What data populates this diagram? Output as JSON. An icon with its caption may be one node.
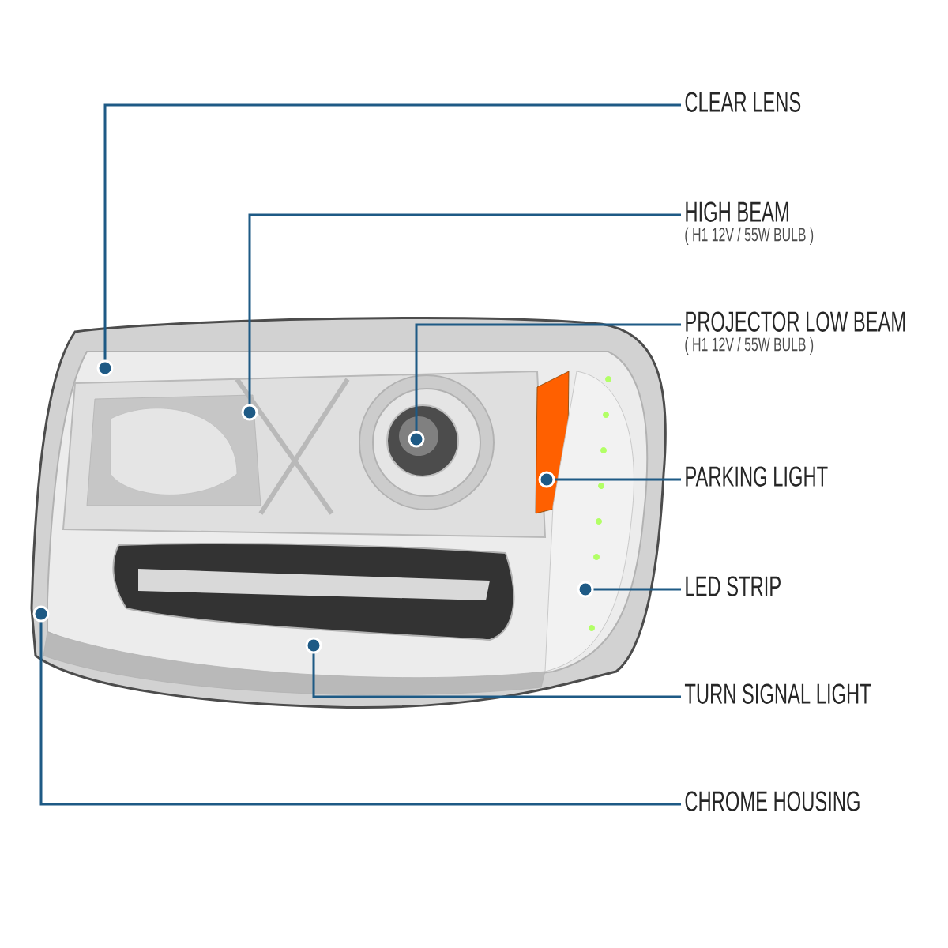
{
  "diagram": {
    "nodes": [
      {
        "text": [
          "CLEAR LENS"
        ]
      },
      {
        "text": [
          "HIGH BEAM",
          "( H1 12V / 55W BULB )"
        ]
      },
      {
        "text": [
          "PROJECTOR LOW BEAM",
          "( H1 12V / 55W BULB )"
        ]
      },
      {
        "text": [
          "PARKING LIGHT"
        ]
      },
      {
        "text": [
          "LED STRIP"
        ]
      },
      {
        "text": [
          "TURN SIGNAL LIGHT"
        ]
      },
      {
        "text": [
          "CHROME HOUSING"
        ]
      },
      {
        "text": [],
        "shape": "circle"
      },
      {
        "text": [],
        "shape": "circle"
      },
      {
        "text": [],
        "shape": "circle"
      },
      {
        "text": [],
        "shape": "circle"
      },
      {
        "text": [],
        "shape": "circle"
      },
      {
        "text": [],
        "shape": "circle"
      },
      {
        "text": [],
        "shape": "circle"
      }
    ],
    "edges": [
      {
        "from": 0,
        "to": 7,
        "arrow": "none"
      },
      {
        "from": 1,
        "to": 8,
        "arrow": "none"
      },
      {
        "from": 2,
        "to": 9,
        "arrow": "none"
      },
      {
        "from": 3,
        "to": 10,
        "arrow": "none"
      },
      {
        "from": 4,
        "to": 11,
        "arrow": "none"
      },
      {
        "from": 5,
        "to": 12,
        "arrow": "none"
      },
      {
        "from": 6,
        "to": 13,
        "arrow": "none"
      }
    ]
  }
}
